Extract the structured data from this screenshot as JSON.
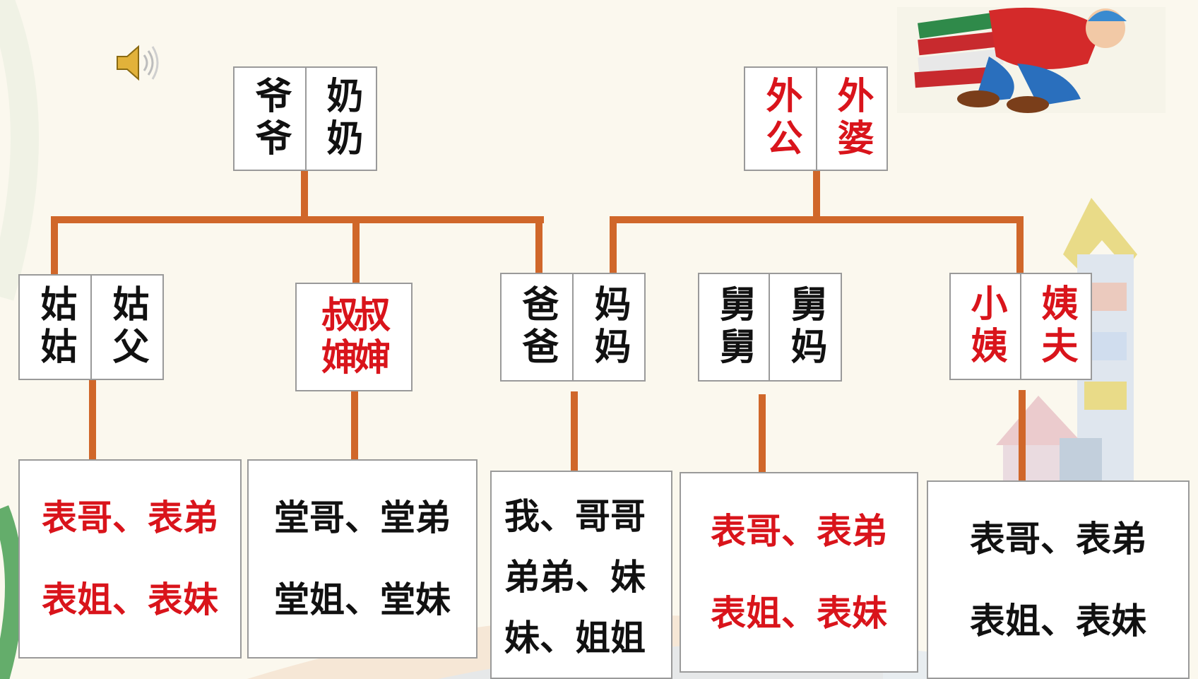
{
  "colors": {
    "accent_red": "#d9141b",
    "line": "#d0672a",
    "text": "#111111"
  },
  "audio": {
    "icon": "speaker-icon"
  },
  "grandparents": {
    "paternal": {
      "left": "爷爷",
      "right": "奶奶"
    },
    "maternal": {
      "left": "外公",
      "right": "外婆"
    }
  },
  "parents": {
    "gugu": {
      "left": "姑姑",
      "right": "姑父"
    },
    "shushu": {
      "line1": "叔叔",
      "line2": "婶婶"
    },
    "self_parents": {
      "left": "爸爸",
      "right": "妈妈"
    },
    "jiujiu": {
      "left": "舅舅",
      "right": "舅妈"
    },
    "xiaoyi": {
      "left": "小姨",
      "right": "姨夫"
    }
  },
  "children": {
    "gugu": [
      "表哥、表弟",
      "表姐、表妹"
    ],
    "shushu": [
      "堂哥、堂弟",
      "堂姐、堂妹"
    ],
    "self": [
      "我、哥哥",
      "弟弟、妹",
      "妹、姐姐"
    ],
    "jiujiu": [
      "表哥、表弟",
      "表姐、表妹"
    ],
    "xiaoyi": [
      "表哥、表弟",
      "表姐、表妹"
    ]
  }
}
